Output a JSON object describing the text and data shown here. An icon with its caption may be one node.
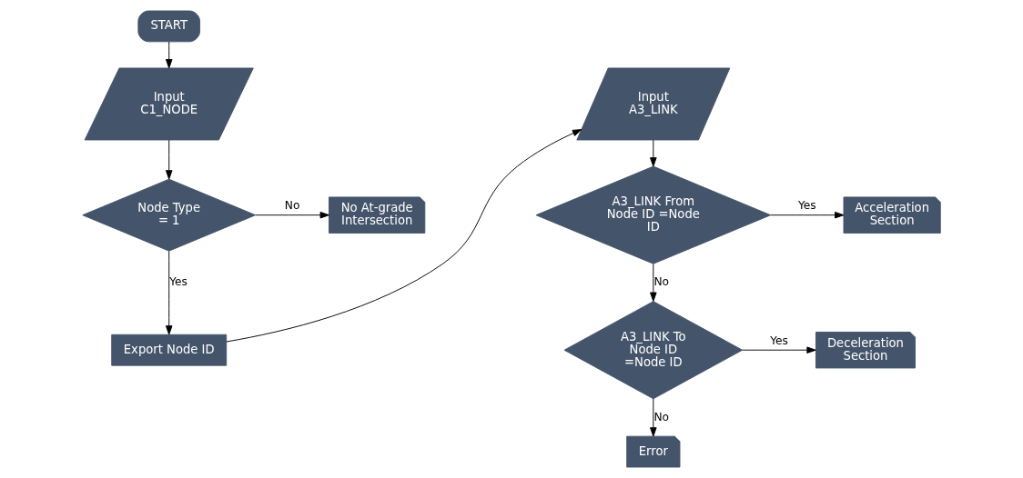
{
  "diagram": {
    "nodes": [
      {
        "text": [
          "START"
        ]
      },
      {
        "text": [
          "Input C1_NODE"
        ]
      },
      {
        "text": [
          "Node Type = 1"
        ]
      },
      {
        "text": [
          "No At-grade Intersection"
        ]
      },
      {
        "text": [
          "Export Node ID"
        ]
      },
      {
        "text": [
          "Input A3_LINK"
        ]
      },
      {
        "text": [
          "A3_LINK From Node ID =Node ID"
        ]
      },
      {
        "text": [
          "Acceleration Section"
        ]
      },
      {
        "text": [
          "A3_LINK To Node ID =Node ID"
        ]
      },
      {
        "text": [
          "Deceleration Section"
        ]
      },
      {
        "text": [
          "Error"
        ]
      }
    ],
    "edges": [
      {
        "from": 0,
        "to": 1,
        "arrow": "to"
      },
      {
        "from": 1,
        "to": 2,
        "arrow": "to"
      },
      {
        "from": 2,
        "to": 3,
        "arrow": "to",
        "label": "No"
      },
      {
        "from": 2,
        "to": 4,
        "arrow": "to",
        "label": "Yes"
      },
      {
        "from": 4,
        "to": 5,
        "arrow": "to"
      },
      {
        "from": 5,
        "to": 6,
        "arrow": "to"
      },
      {
        "from": 6,
        "to": 7,
        "arrow": "to",
        "label": "Yes"
      },
      {
        "from": 6,
        "to": 8,
        "arrow": "to",
        "label": "No"
      },
      {
        "from": 8,
        "to": 9,
        "arrow": "to",
        "label": "Yes"
      },
      {
        "from": 8,
        "to": 10,
        "arrow": "to",
        "label": "No"
      }
    ]
  }
}
